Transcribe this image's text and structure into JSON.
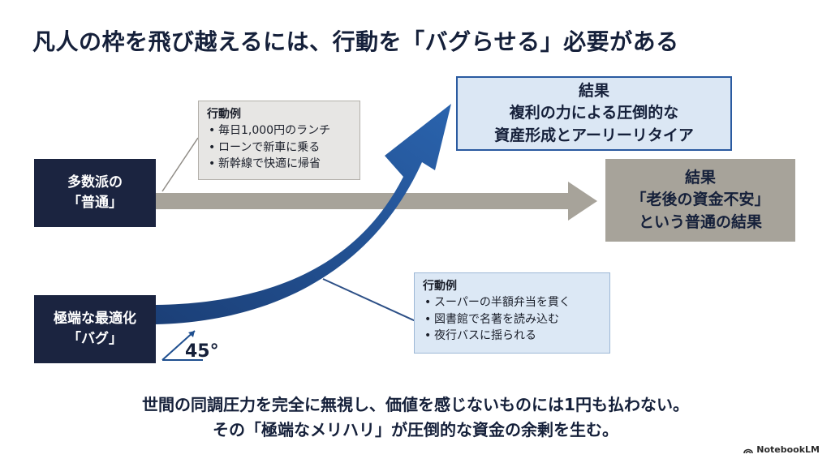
{
  "title": "凡人の枠を飛び越えるには、行動を「バグらせる」必要がある",
  "majority_box": {
    "line1": "多数派の",
    "line2": "「普通」"
  },
  "extreme_box": {
    "line1": "極端な最適化",
    "line2": "「バグ」"
  },
  "angle_label": "45°",
  "majority_examples": {
    "heading": "行動例",
    "items": [
      "毎日1,000円のランチ",
      "ローンで新車に乗る",
      "新幹線で快適に帰省"
    ]
  },
  "extreme_examples": {
    "heading": "行動例",
    "items": [
      "スーパーの半額弁当を貫く",
      "図書館で名著を読み込む",
      "夜行バスに揺られる"
    ]
  },
  "result_extreme": {
    "line1": "結果",
    "line2": "複利の力による圧倒的な",
    "line3": "資産形成とアーリーリタイア"
  },
  "result_majority": {
    "line1": "結果",
    "line2": "「老後の資金不安」",
    "line3": "という普通の結果"
  },
  "footer": {
    "line1": "世間の同調圧力を完全に無視し、価値を感じないものには1円も払わない。",
    "line2": "その「極端なメリハリ」が圧倒的な資金の余剰を生む。"
  },
  "brand": "NotebookLM",
  "colors": {
    "navy": "#1b2440",
    "blue_arrow": "#1f4f8f",
    "gray_arrow": "#a7a39a",
    "light_blue": "#dce8f5",
    "light_gray": "#e7e6e4"
  }
}
